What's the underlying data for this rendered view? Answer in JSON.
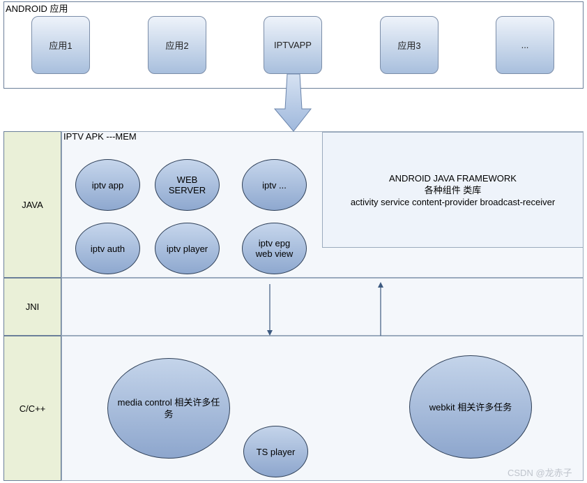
{
  "android_layer": {
    "title": "ANDROID 应用",
    "apps": [
      "应用1",
      "应用2",
      "IPTVAPP",
      "应用3",
      "..."
    ]
  },
  "iptv_apk": {
    "title": "IPTV APK ---MEM",
    "components": [
      {
        "line1": "iptv app",
        "line2": ""
      },
      {
        "line1": "WEB",
        "line2": "SERVER"
      },
      {
        "line1": "iptv ...",
        "line2": ""
      },
      {
        "line1": "iptv auth",
        "line2": ""
      },
      {
        "line1": "iptv player",
        "line2": ""
      },
      {
        "line1": "iptv epg",
        "line2": "web view"
      }
    ]
  },
  "framework": {
    "line1": "ANDROID JAVA FRAMEWORK",
    "line2": "各种组件 类库",
    "line3": "activity service content-provider broadcast-receiver"
  },
  "layers": {
    "java": "JAVA",
    "jni": "JNI",
    "native": "C/C++"
  },
  "native_components": {
    "media_line1": "media control 相关许多任",
    "media_line2": "务",
    "ts_player": "TS player",
    "webkit": "webkit 相关许多任务"
  },
  "watermark": "CSDN @龙赤子"
}
